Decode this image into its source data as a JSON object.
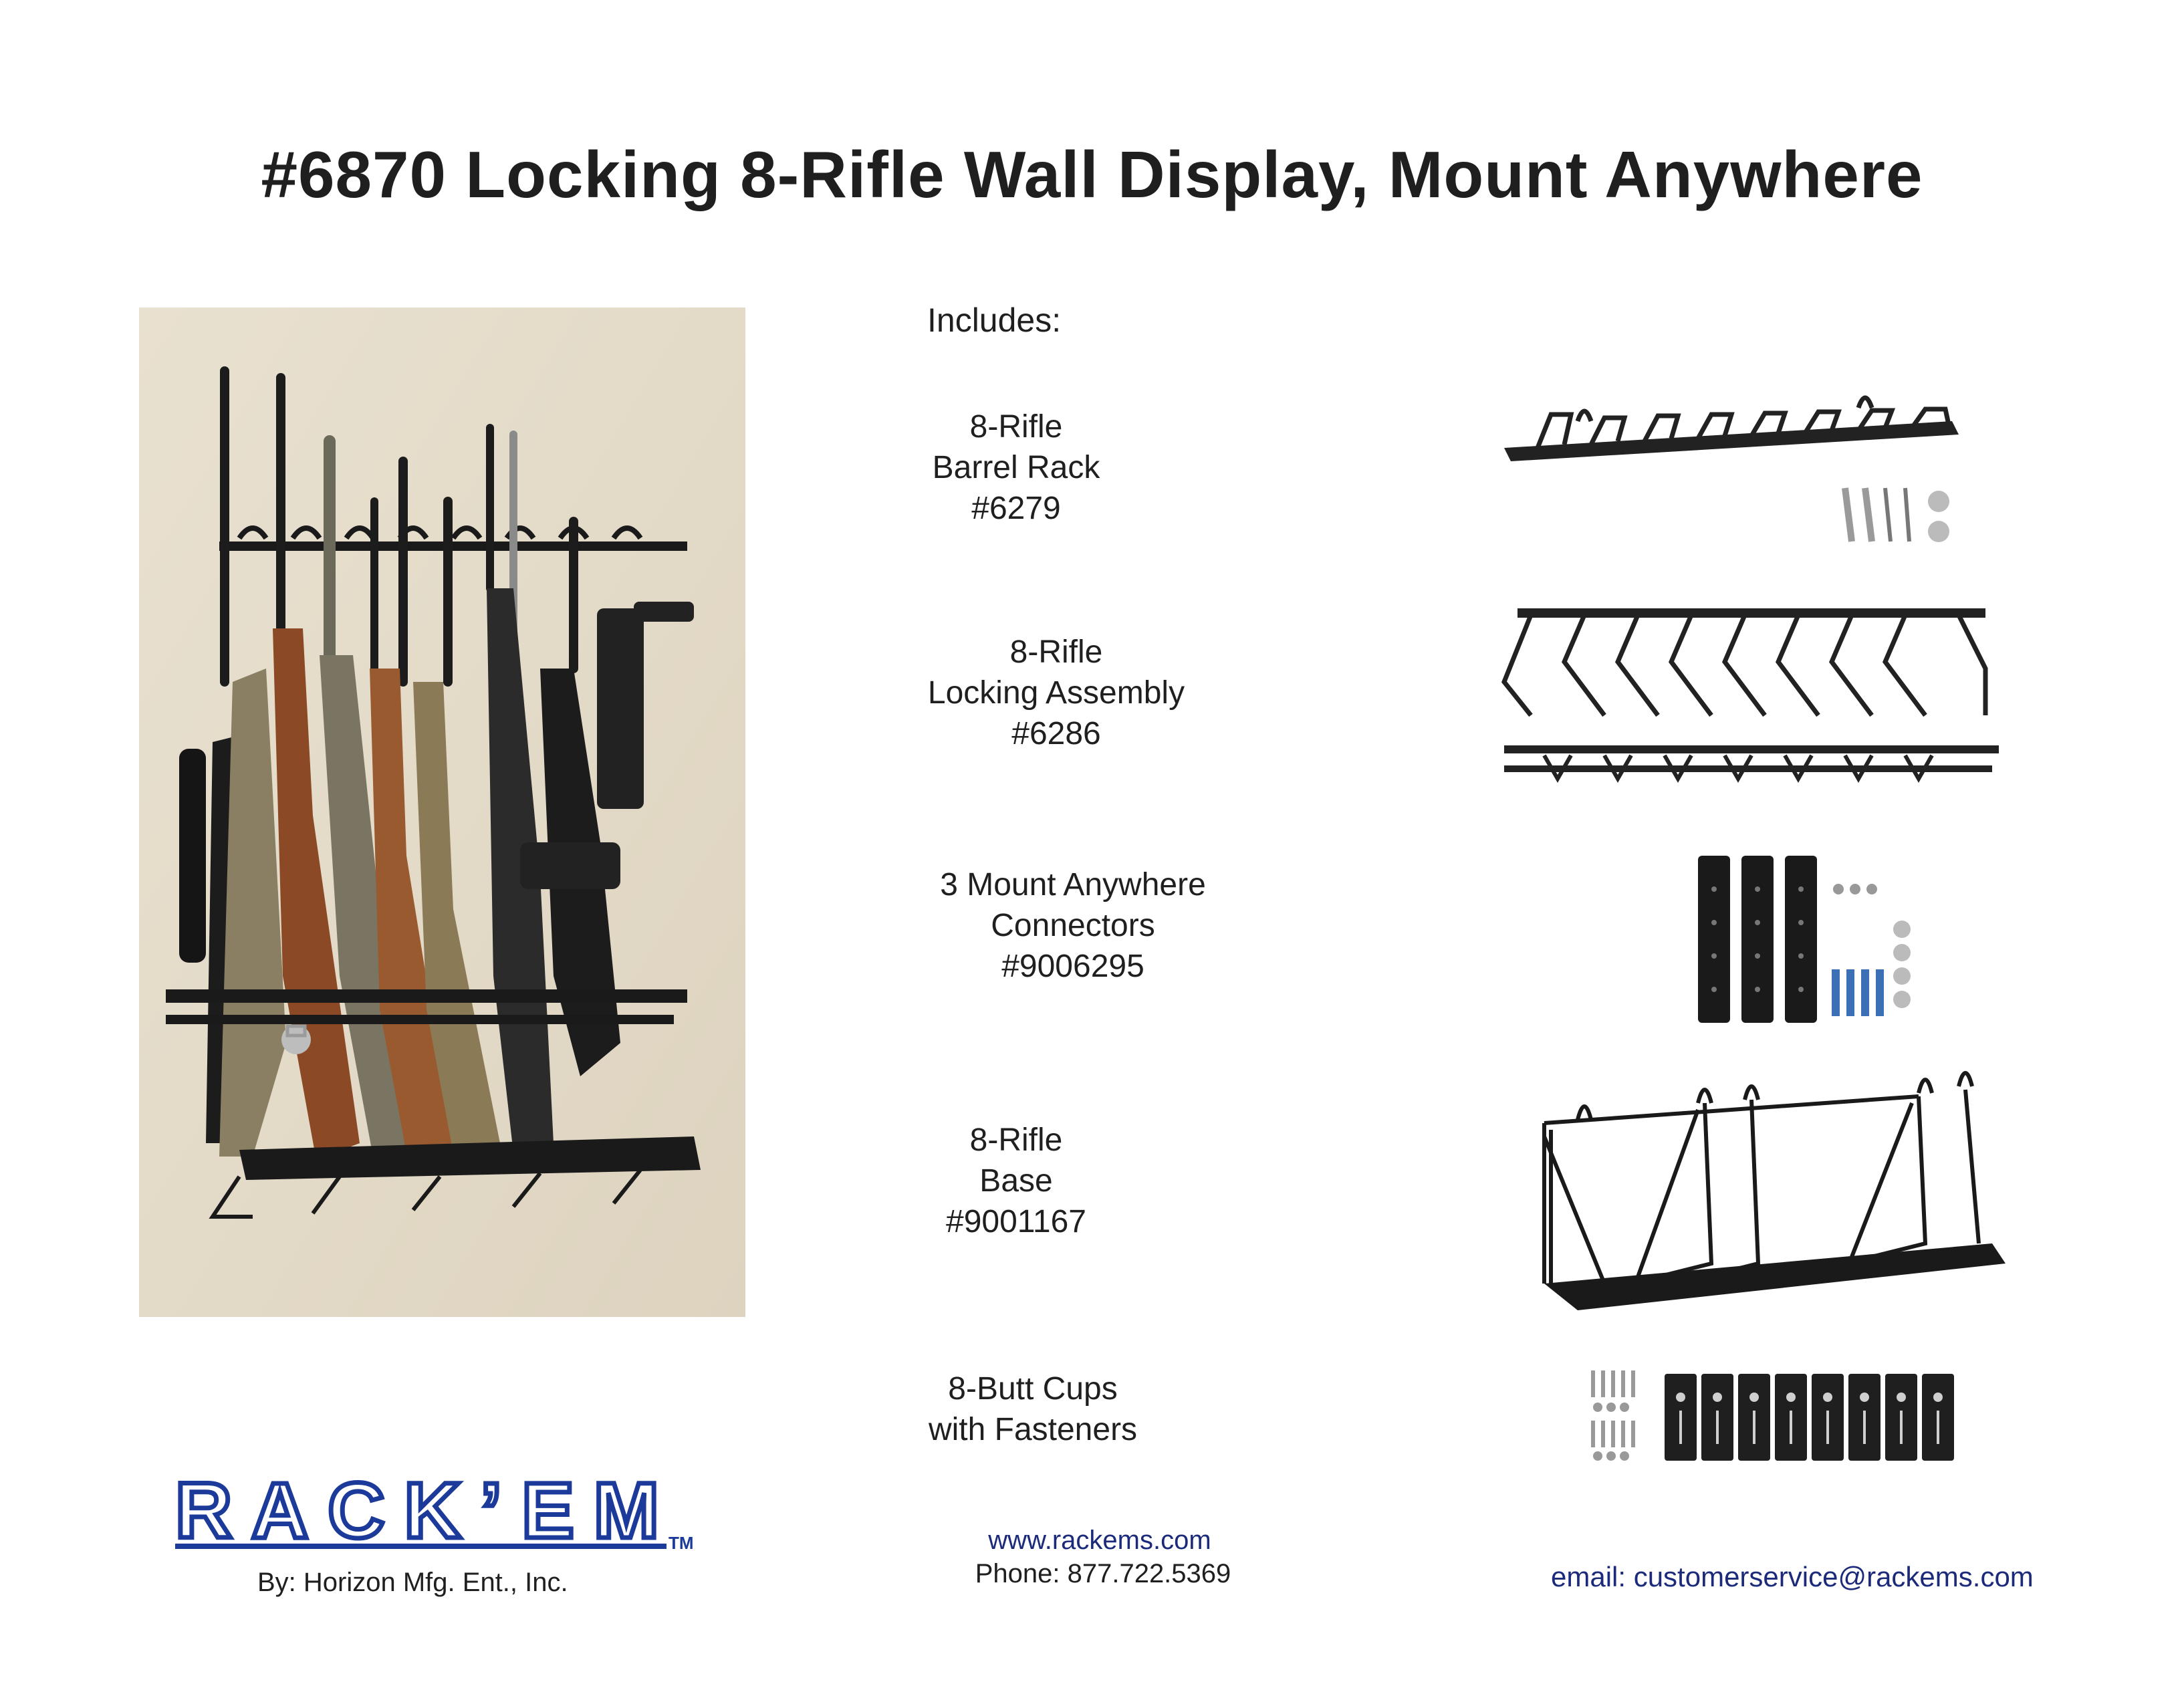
{
  "title": "#6870 Locking 8-Rifle Wall Display, Mount Anywhere",
  "includes_label": "Includes:",
  "items": [
    {
      "line1": "8-Rifle",
      "line2": "Barrel Rack",
      "line3": "#6279"
    },
    {
      "line1": "8-Rifle",
      "line2": "Locking Assembly",
      "line3": "#6286"
    },
    {
      "line1": "3 Mount Anywhere",
      "line2": "Connectors",
      "line3": "#9006295"
    },
    {
      "line1": "8-Rifle",
      "line2": "Base",
      "line3": "#9001167"
    },
    {
      "line1": "8-Butt Cups",
      "line2": "with Fasteners"
    }
  ],
  "brand": {
    "logo": "RACK’EM",
    "tm": "TM",
    "byline": "By: Horizon Mfg. Ent., Inc."
  },
  "contact": {
    "website": "www.rackems.com",
    "phone": "Phone: 877.722.5369",
    "email": "email: customerservice@rackems.com"
  },
  "colors": {
    "brand_blue": "#1b3a9a",
    "link_blue": "#1b2a7a"
  }
}
